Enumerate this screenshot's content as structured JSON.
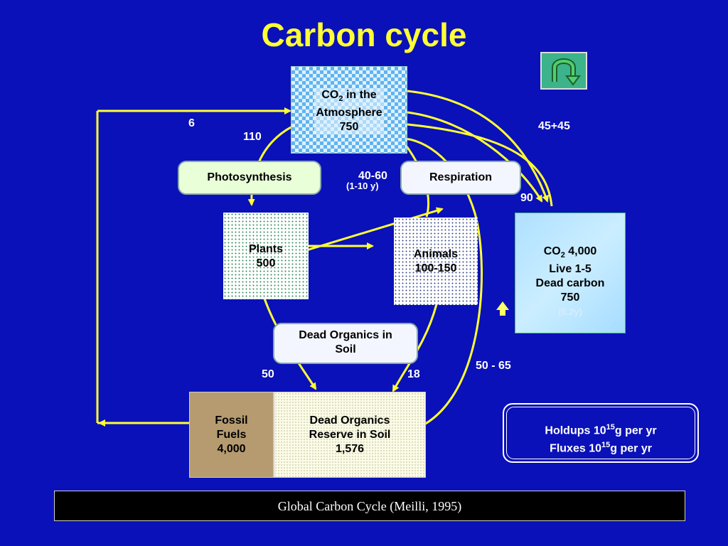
{
  "title": "Carbon cycle",
  "nodes": {
    "atmosphere": {
      "name_prefix": "CO",
      "name_sub": "2",
      "name_suffix": " in the",
      "line2": "Atmosphere",
      "value": "750"
    },
    "photosynthesis": {
      "label": "Photosynthesis"
    },
    "respiration": {
      "label": "Respiration"
    },
    "plants": {
      "name": "Plants",
      "value": "500"
    },
    "animals": {
      "name": "Animals",
      "value": "100-150"
    },
    "ocean": {
      "line1_prefix": "CO",
      "line1_sub": "2",
      "line1_suffix": " 4,000",
      "line2": "Live 1-5",
      "line3": "Dead carbon",
      "line4": "750",
      "residence": "(0.2y)"
    },
    "dead_organics": {
      "line1": "Dead Organics in",
      "line2": "Soil"
    },
    "fossil_fuels": {
      "line1": "Fossil",
      "line2": "Fuels",
      "line3": "4,000"
    },
    "reserve": {
      "line1": "Dead Organics",
      "line2": "Reserve in Soil",
      "line3": "1,576"
    }
  },
  "fluxes": {
    "fossil_to_atm": "6",
    "photosynthesis": "110",
    "respiration": "40-60",
    "respiration_time": "(1-10 y)",
    "ocean_exchange": "45+45",
    "ocean_uptake": "90",
    "plants_to_soil": "50",
    "animals_to_soil": "18",
    "soil_to_atm": "50 - 65"
  },
  "legend": {
    "holdups_prefix": "Holdups 10",
    "holdups_exp": "15",
    "holdups_suffix": "g per yr",
    "fluxes_prefix": "Fluxes 10",
    "fluxes_exp": "15",
    "fluxes_suffix": "g per yr"
  },
  "caption": "Global Carbon Cycle  (Meilli, 1995)",
  "icons": {
    "return": "u-turn-return-icon",
    "up": "up-arrow-icon"
  },
  "colors": {
    "background": "#0a11b8",
    "title": "#ffff33",
    "arrows": "#ffff33"
  }
}
